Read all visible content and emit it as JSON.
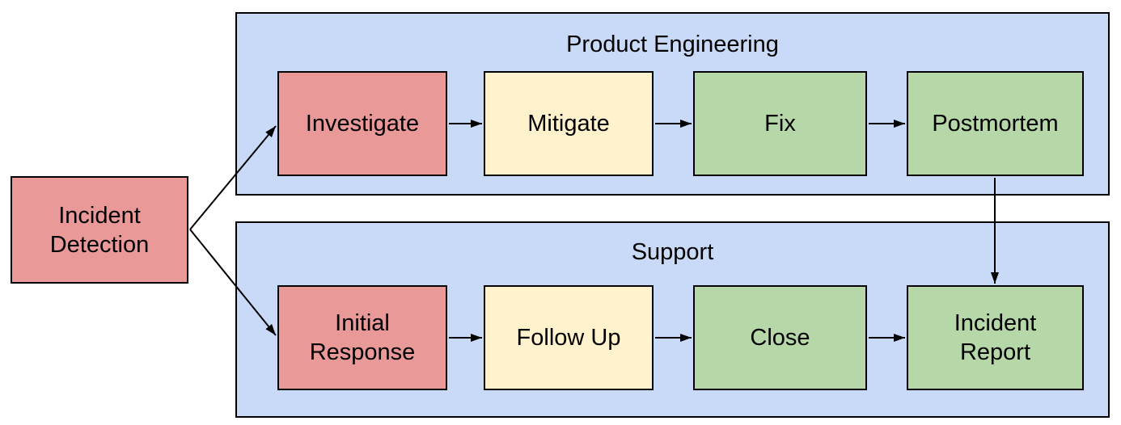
{
  "diagram": {
    "type": "flowchart",
    "palette": {
      "red": "#ea9999",
      "yellow": "#fff2cc",
      "green": "#b6d7a8",
      "blue": "#c9daf8",
      "border": "#000000",
      "text": "#000000",
      "background": "#ffffff"
    },
    "start_node": {
      "id": "incident-detection",
      "label": "Incident Detection",
      "color": "red"
    },
    "lanes": [
      {
        "id": "product-engineering",
        "title": "Product Engineering",
        "nodes": [
          {
            "id": "investigate",
            "label": "Investigate",
            "color": "red"
          },
          {
            "id": "mitigate",
            "label": "Mitigate",
            "color": "yellow"
          },
          {
            "id": "fix",
            "label": "Fix",
            "color": "green"
          },
          {
            "id": "postmortem",
            "label": "Postmortem",
            "color": "green"
          }
        ]
      },
      {
        "id": "support",
        "title": "Support",
        "nodes": [
          {
            "id": "initial-response",
            "label": "Initial Response",
            "color": "red"
          },
          {
            "id": "follow-up",
            "label": "Follow Up",
            "color": "yellow"
          },
          {
            "id": "close",
            "label": "Close",
            "color": "green"
          },
          {
            "id": "incident-report",
            "label": "Incident Report",
            "color": "green"
          }
        ]
      }
    ],
    "edges": [
      {
        "from": "incident-detection",
        "to": "investigate"
      },
      {
        "from": "incident-detection",
        "to": "initial-response"
      },
      {
        "from": "investigate",
        "to": "mitigate"
      },
      {
        "from": "mitigate",
        "to": "fix"
      },
      {
        "from": "fix",
        "to": "postmortem"
      },
      {
        "from": "postmortem",
        "to": "incident-report"
      },
      {
        "from": "initial-response",
        "to": "follow-up"
      },
      {
        "from": "follow-up",
        "to": "close"
      },
      {
        "from": "close",
        "to": "incident-report"
      }
    ]
  }
}
